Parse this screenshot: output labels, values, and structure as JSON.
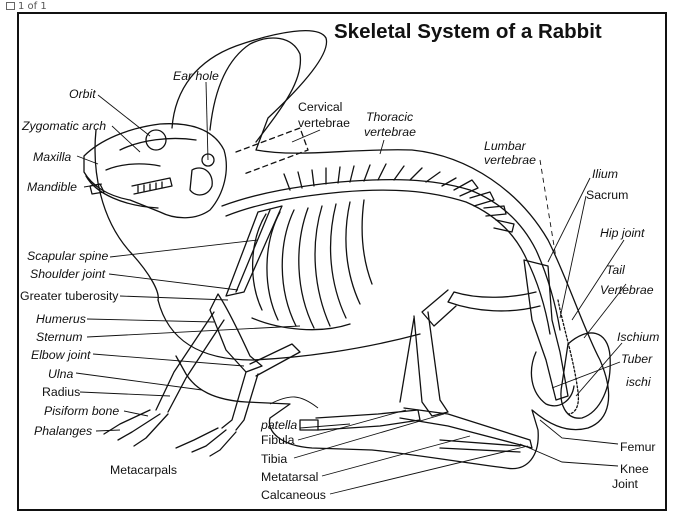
{
  "viewer": {
    "page_indicator": "1 of 1"
  },
  "title": "Skeletal System of a Rabbit",
  "labels": {
    "ear_hole": "Ear hole",
    "orbit": "Orbit",
    "zygomatic_arch": "Zygomatic arch",
    "maxilla": "Maxilla",
    "mandible": "Mandible",
    "cervical_vertebrae_1": "Cervical",
    "cervical_vertebrae_2": "vertebrae",
    "thoracic_vertebrae_1": "Thoracic",
    "thoracic_vertebrae_2": "vertebrae",
    "lumbar_vertebrae_1": "Lumbar",
    "lumbar_vertebrae_2": "vertebrae",
    "ilium": "Ilium",
    "sacrum": "Sacrum",
    "hip_joint": "Hip joint",
    "tail_vertebrae_1": "Tail",
    "tail_vertebrae_2": "Vertebrae",
    "ischium": "Ischium",
    "tuber_ischi_1": "Tuber",
    "tuber_ischi_2": "ischi",
    "scapular_spine": "Scapular spine",
    "shoulder_joint": "Shoulder joint",
    "greater_tuberosity": "Greater tuberosity",
    "humerus": "Humerus",
    "sternum": "Sternum",
    "elbow_joint": "Elbow joint",
    "ulna": "Ulna",
    "radius": "Radius",
    "pisiform_bone": "Pisiform bone",
    "phalanges": "Phalanges",
    "metacarpals": "Metacarpals",
    "patella": "patella",
    "fibula": "Fibula",
    "tibia": "Tibia",
    "metatarsal": "Metatarsal",
    "calcaneous": "Calcaneous",
    "femur": "Femur",
    "knee_joint_1": "Knee",
    "knee_joint_2": "Joint"
  }
}
